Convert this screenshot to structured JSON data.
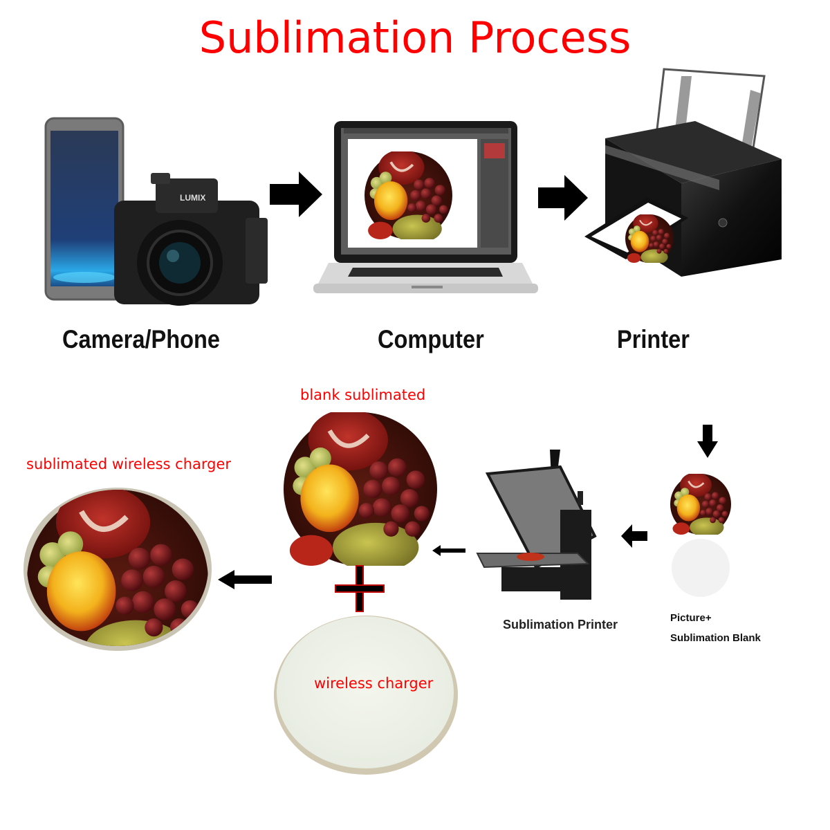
{
  "title": "Sublimation Process",
  "colors": {
    "title": "#ff0000",
    "annotation": "#ff0000",
    "arrow": "#000000",
    "plus_fill": "#000000",
    "plus_outline": "#c00000"
  },
  "top_row": {
    "steps": [
      {
        "label": "Camera/Phone",
        "icon": "camera-phone-icon",
        "brand_text": "LUMIX"
      },
      {
        "label": "Computer",
        "icon": "laptop-icon"
      },
      {
        "label": "Printer",
        "icon": "printer-icon"
      }
    ],
    "arrows": [
      "right-arrow",
      "right-arrow"
    ]
  },
  "bottom_row": {
    "picture_blank": {
      "label_line1": "Picture+",
      "label_line2": "Sublimation Blank",
      "arrow_in": "down-arrow"
    },
    "heat_press": {
      "label": "Sublimation Printer"
    },
    "blank_sublimated": {
      "label": "blank sublimated"
    },
    "wireless_charger": {
      "label": "wireless charger"
    },
    "result": {
      "label": "sublimated wireless charger"
    },
    "plus_symbol": "+"
  }
}
